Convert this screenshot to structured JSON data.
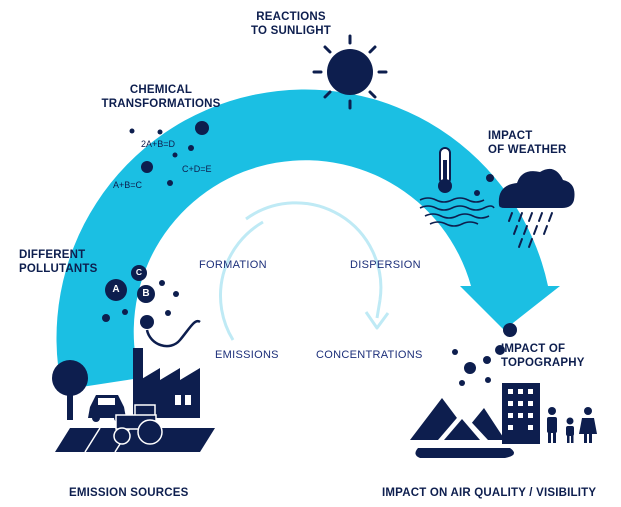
{
  "labels": {
    "reactions": [
      "REACTIONS",
      "TO SUNLIGHT"
    ],
    "chemical": [
      "CHEMICAL",
      "TRANSFORMATIONS"
    ],
    "weather": [
      "IMPACT",
      "OF WEATHER"
    ],
    "pollutants": [
      "DIFFERENT",
      "POLLUTANTS"
    ],
    "topography": [
      "IMPACT OF",
      "TOPOGRAPHY"
    ],
    "emission_sources": "EMISSION SOURCES",
    "impact_air": "IMPACT ON AIR QUALITY / VISIBILITY"
  },
  "equations": [
    "2A+B=D",
    "C+D=E",
    "A+B=C"
  ],
  "pollutant_chips": [
    "A",
    "B",
    "C"
  ],
  "inner_cycle": {
    "formation": "FORMATION",
    "dispersion": "DISPERSION",
    "emissions": "EMISSIONS",
    "concentrations": "CONCENTRATIONS"
  },
  "colors": {
    "arrow": "#1bbfe3",
    "arrow_inner": "#2ecbe9",
    "navy": "#0d1e4e",
    "inner_arrow": "#bfeaf5",
    "inner_text": "#1c2f7a"
  },
  "icons": [
    "sun-icon",
    "thermometer-icon",
    "cloud-rain-icon",
    "wind-icon",
    "factory-icon",
    "tree-icon",
    "car-icon",
    "tractor-icon",
    "mountains-icon",
    "building-icon",
    "family-icon",
    "water-icon"
  ]
}
